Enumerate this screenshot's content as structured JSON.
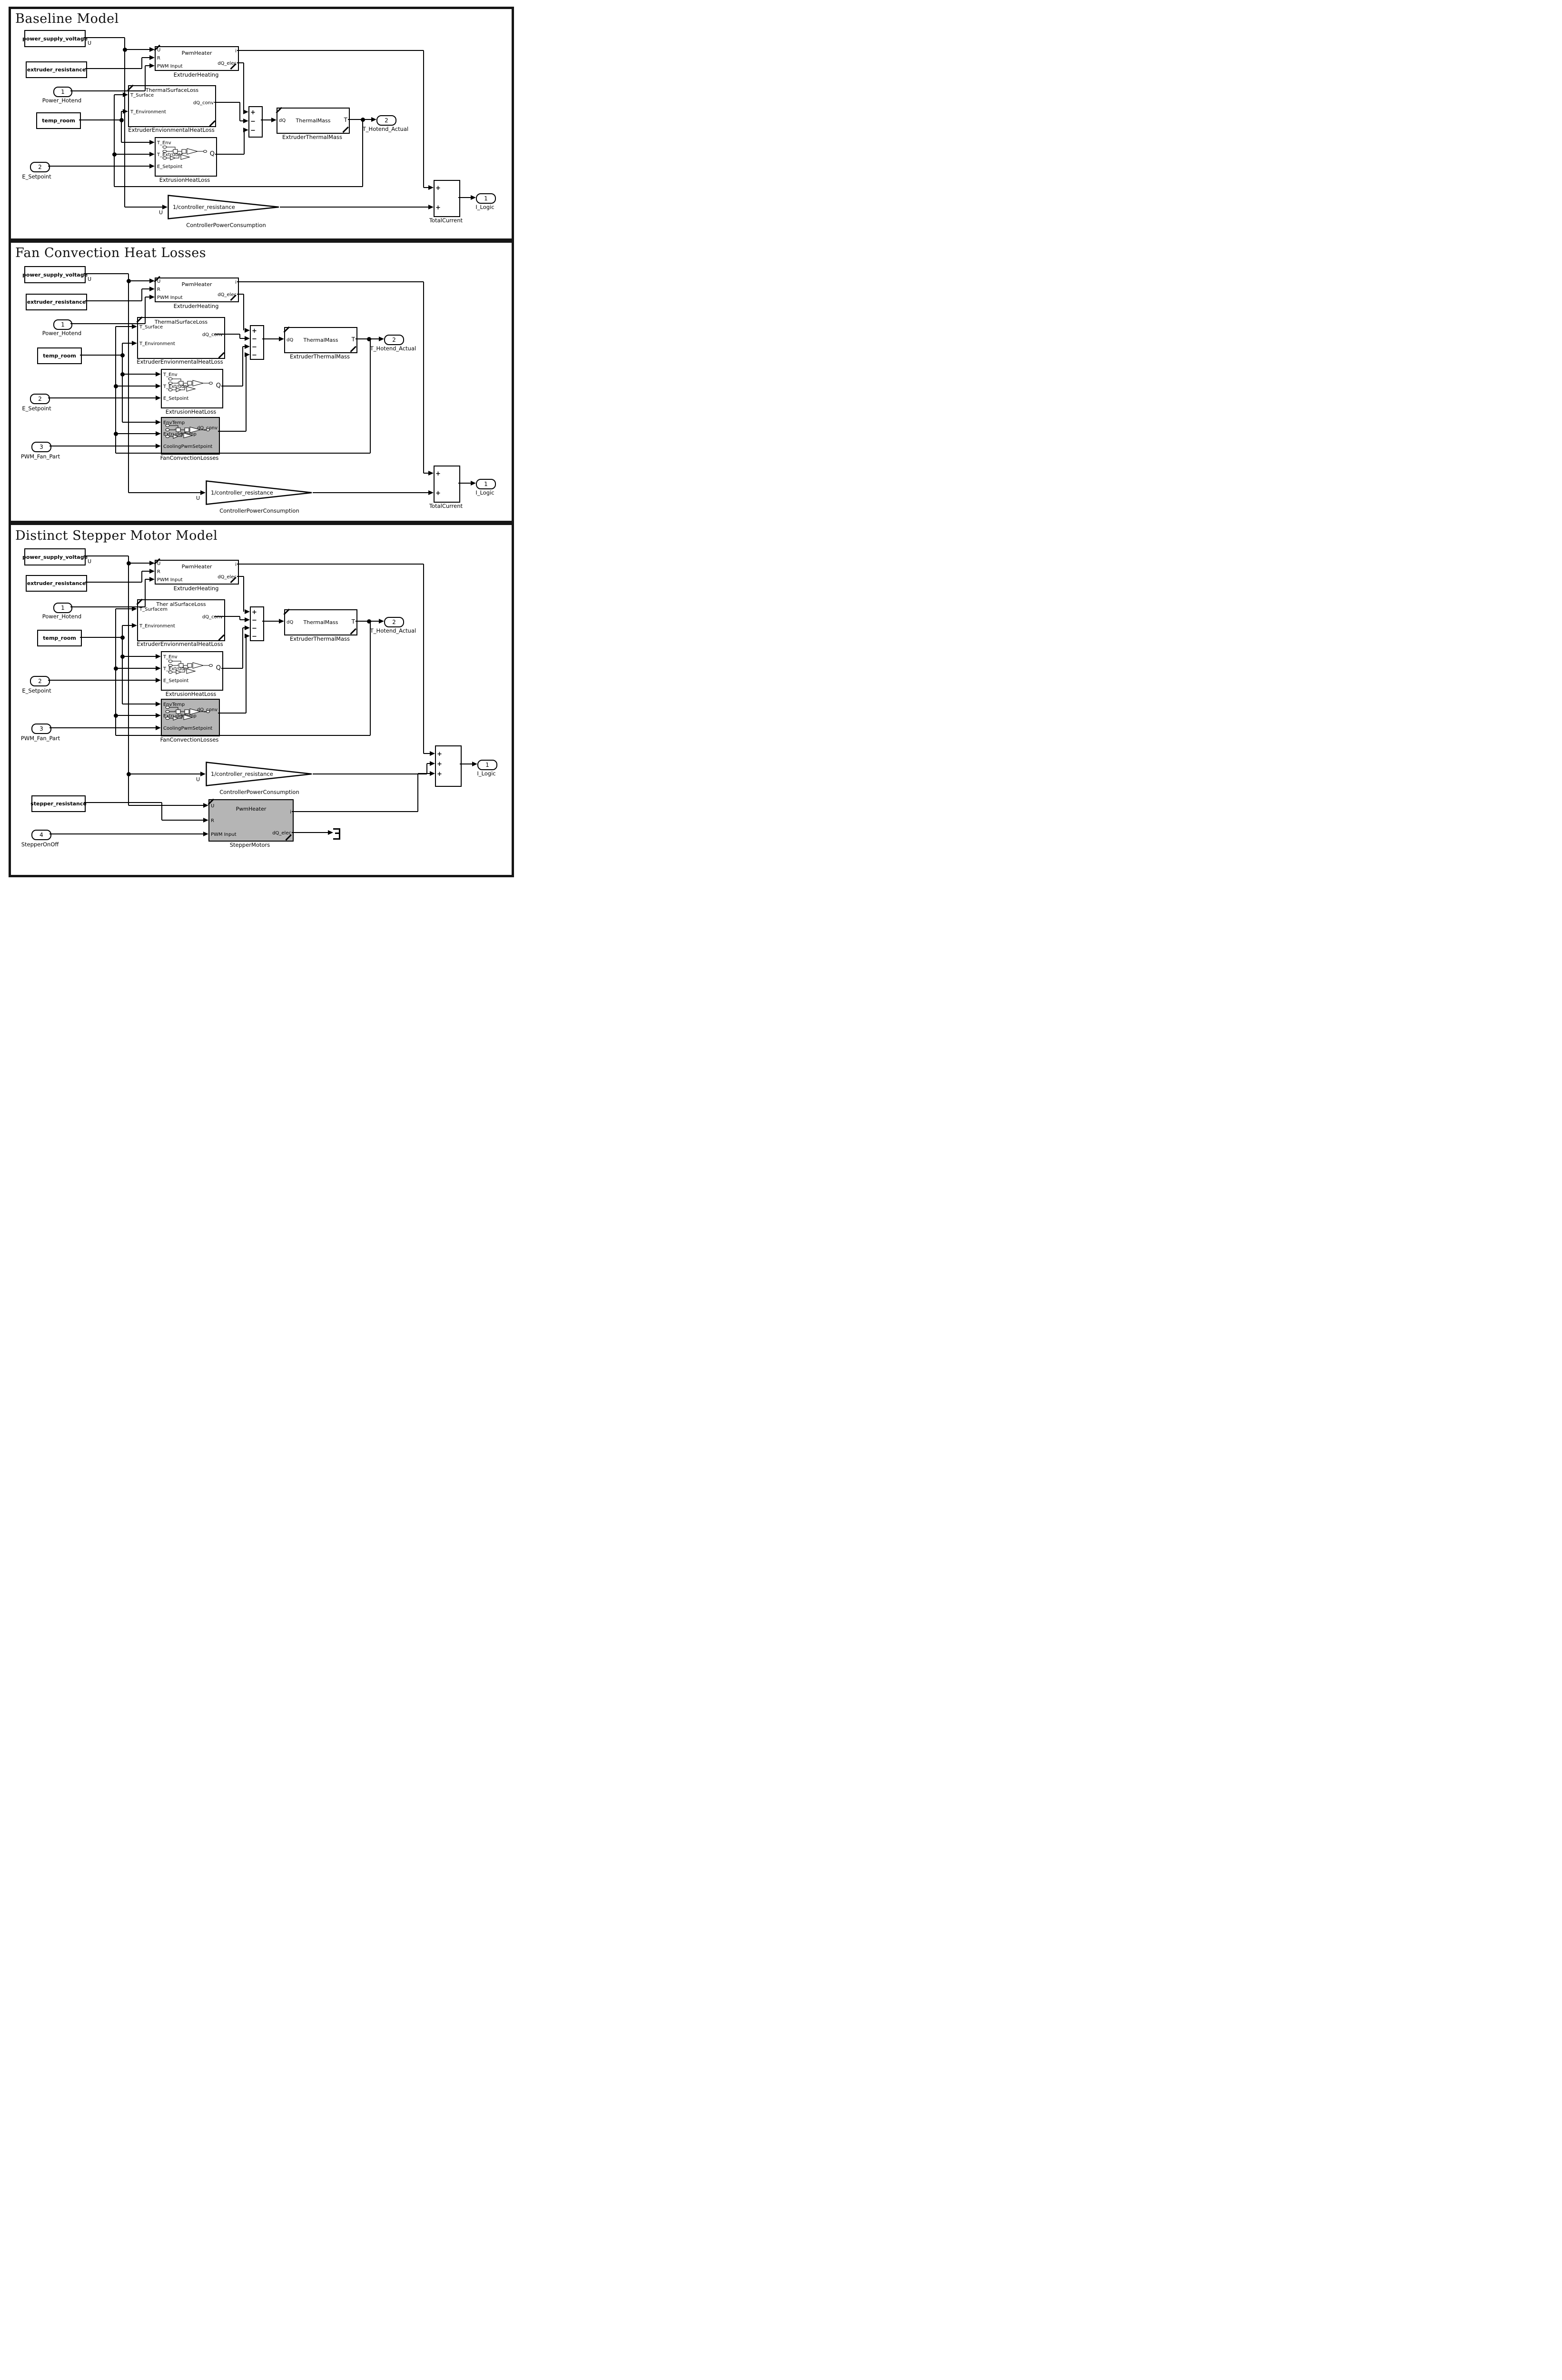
{
  "colors": {
    "subsystem_gray": "#b5b5b5",
    "line_black": "#000000"
  },
  "common": {
    "power_supply_voltage": "power_supply_voltage",
    "extruder_resistance": "extruder_resistance",
    "temp_room": "temp_room",
    "stepper_resistance": "stepper_resistance",
    "u": "U",
    "pwm_heater": "PwmHeater",
    "in_u": "U",
    "in_r": "R",
    "in_pwm": "PWM Input",
    "out_i": "i",
    "out_dq_elec": "dQ_elec",
    "extruder_heating": "ExtruderHeating",
    "thermal_surface_loss": "ThermalSurfaceLoss",
    "t_surface": "T_Surface",
    "t_environment": "T_Environment",
    "dq_conv": "dQ_conv",
    "extruder_env_heat_loss": "ExtruderEnvionmentalHeatLoss",
    "t_env": "T_Env",
    "t_extruder": "T_Extruder",
    "e_setpoint_pin": "E_Setpoint",
    "q_out": "Q",
    "extrusion_heat_loss": "ExtrusionHeatLoss",
    "env_temp": "EnvTemp",
    "extruder_temp": "ExtruderTemp",
    "cooling_pwm_setpoint": "CoolingPwmSetpoint",
    "fan_convection_losses": "FanConvectionLosses",
    "thermal_mass": "ThermalMass",
    "dq": "dQ",
    "t": "T",
    "extruder_thermal_mass": "ExtruderThermalMass",
    "gain": "1/controller_resistance",
    "controller_power_consumption": "ControllerPowerConsumption",
    "total_current": "TotalCurrent",
    "plus": "+",
    "minus": "−",
    "port1_num": "1",
    "port2_num": "2",
    "port3_num": "3",
    "port4_num": "4",
    "power_hotend": "Power_Hotend",
    "e_setpoint": "E_Setpoint",
    "pwm_fan_part": "PWM_Fan_Part",
    "t_hotend_actual": "T_Hotend_Actual",
    "i_logic": "I_Logic",
    "stepper_on_off": "StepperOnOff",
    "stepper_motors": "StepperMotors"
  },
  "panel1": {
    "title": "Baseline Model"
  },
  "panel2": {
    "title": "Fan Convection Heat Losses"
  },
  "panel3": {
    "title": "Distinct Stepper Motor Model",
    "thermal_surface_loss_glitched": "Ther  alSurfaceLoss",
    "t_surface_glitched": "T_Surfacem"
  }
}
